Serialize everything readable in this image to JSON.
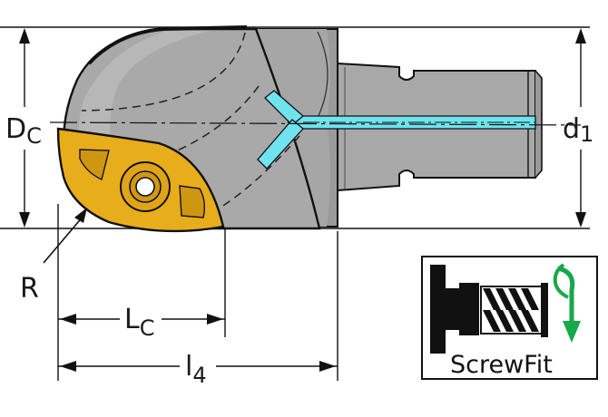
{
  "diagram": {
    "dimension_labels": {
      "dc_main": "D",
      "dc_sub": "C",
      "d1_main": "d",
      "d1_sub": "1",
      "r": "R",
      "lc_main": "L",
      "lc_sub": "C",
      "l4_main": "l",
      "l4_sub": "4"
    },
    "badge": {
      "text": "ScrewFit",
      "arrow_icon": "rotate-down-arrow-icon",
      "thread_icon": "screw-thread-icon"
    },
    "colors": {
      "body": "#9a9a9a",
      "body_light": "#c4c4c4",
      "insert": "#e8ad1b",
      "coolant": "#6fe4ee",
      "arrow_green": "#17a84a",
      "outline": "#111111"
    }
  }
}
